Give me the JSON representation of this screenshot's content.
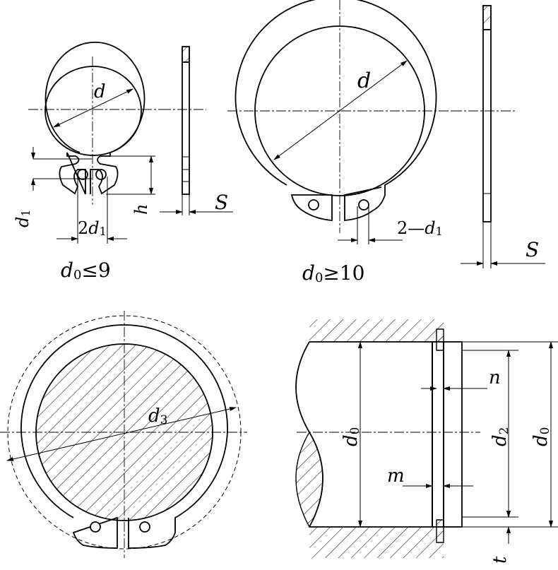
{
  "fig_small": {
    "label_d": "d",
    "label_d1": "d",
    "label_d1_sub": "1",
    "label_2d1_pre": "2",
    "label_2d1_d": "d",
    "label_2d1_sub": "1",
    "label_h": "h",
    "label_s": "S",
    "caption_var": "d",
    "caption_sub": "0",
    "caption_rel": "≤9"
  },
  "fig_large": {
    "label_d": "d",
    "label_2d1_pre": "2—",
    "label_2d1_d": "d",
    "label_2d1_sub": "1",
    "label_s": "S",
    "caption_var": "d",
    "caption_sub": "0",
    "caption_rel": "≥10"
  },
  "fig_installed": {
    "label_d3": "d",
    "label_d3_sub": "3"
  },
  "fig_section": {
    "label_d0_left": "d",
    "label_d0_left_sub": "0",
    "label_n": "n",
    "label_d2": "d",
    "label_d2_sub": "2",
    "label_d0_right": "d",
    "label_d0_right_sub": "0",
    "label_m": "m",
    "label_t": "t"
  }
}
